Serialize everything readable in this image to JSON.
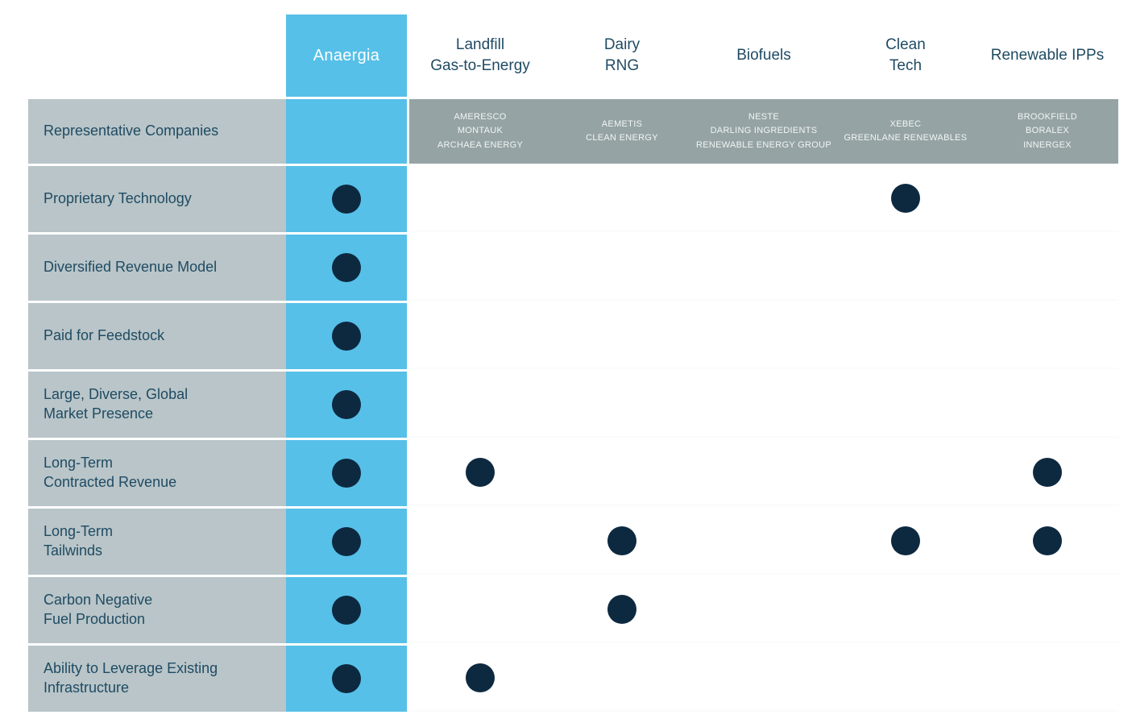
{
  "colors": {
    "anaergia_blue": "#56c0e8",
    "row_label_gray": "#b9c5c8",
    "companies_band_gray": "#95a3a4",
    "dot_navy": "#0d2940",
    "heading_navy": "#1f4b63"
  },
  "header": {
    "anaergia_label": "Anaergia",
    "competitor_columns": [
      "Landfill\nGas-to-Energy",
      "Dairy\nRNG",
      "Biofuels",
      "Clean\nTech",
      "Renewable IPPs"
    ]
  },
  "representative_companies": {
    "row_label": "Representative Companies",
    "by_column": [
      "AMERESCO\nMONTAUK\nARCHAEA ENERGY",
      "AEMETIS\nCLEAN ENERGY",
      "NESTE\nDARLING INGREDIENTS\nRENEWABLE ENERGY GROUP",
      "XEBEC\nGREENLANE RENEWABLES",
      "BROOKFIELD\nBORALEX\nINNERGEX"
    ]
  },
  "attributes": [
    {
      "label": "Proprietary Technology",
      "anaergia": true,
      "competitors": [
        false,
        false,
        false,
        true,
        false
      ]
    },
    {
      "label": "Diversified Revenue Model",
      "anaergia": true,
      "competitors": [
        false,
        false,
        false,
        false,
        false
      ]
    },
    {
      "label": "Paid for Feedstock",
      "anaergia": true,
      "competitors": [
        false,
        false,
        false,
        false,
        false
      ]
    },
    {
      "label": "Large, Diverse, Global\nMarket Presence",
      "anaergia": true,
      "competitors": [
        false,
        false,
        false,
        false,
        false
      ]
    },
    {
      "label": "Long-Term\nContracted Revenue",
      "anaergia": true,
      "competitors": [
        true,
        false,
        false,
        false,
        true
      ]
    },
    {
      "label": "Long-Term\nTailwinds",
      "anaergia": true,
      "competitors": [
        false,
        true,
        false,
        true,
        true
      ]
    },
    {
      "label": "Carbon Negative\nFuel Production",
      "anaergia": true,
      "competitors": [
        false,
        true,
        false,
        false,
        false
      ]
    },
    {
      "label": "Ability to Leverage Existing\nInfrastructure",
      "anaergia": true,
      "competitors": [
        true,
        false,
        false,
        false,
        false
      ]
    }
  ]
}
